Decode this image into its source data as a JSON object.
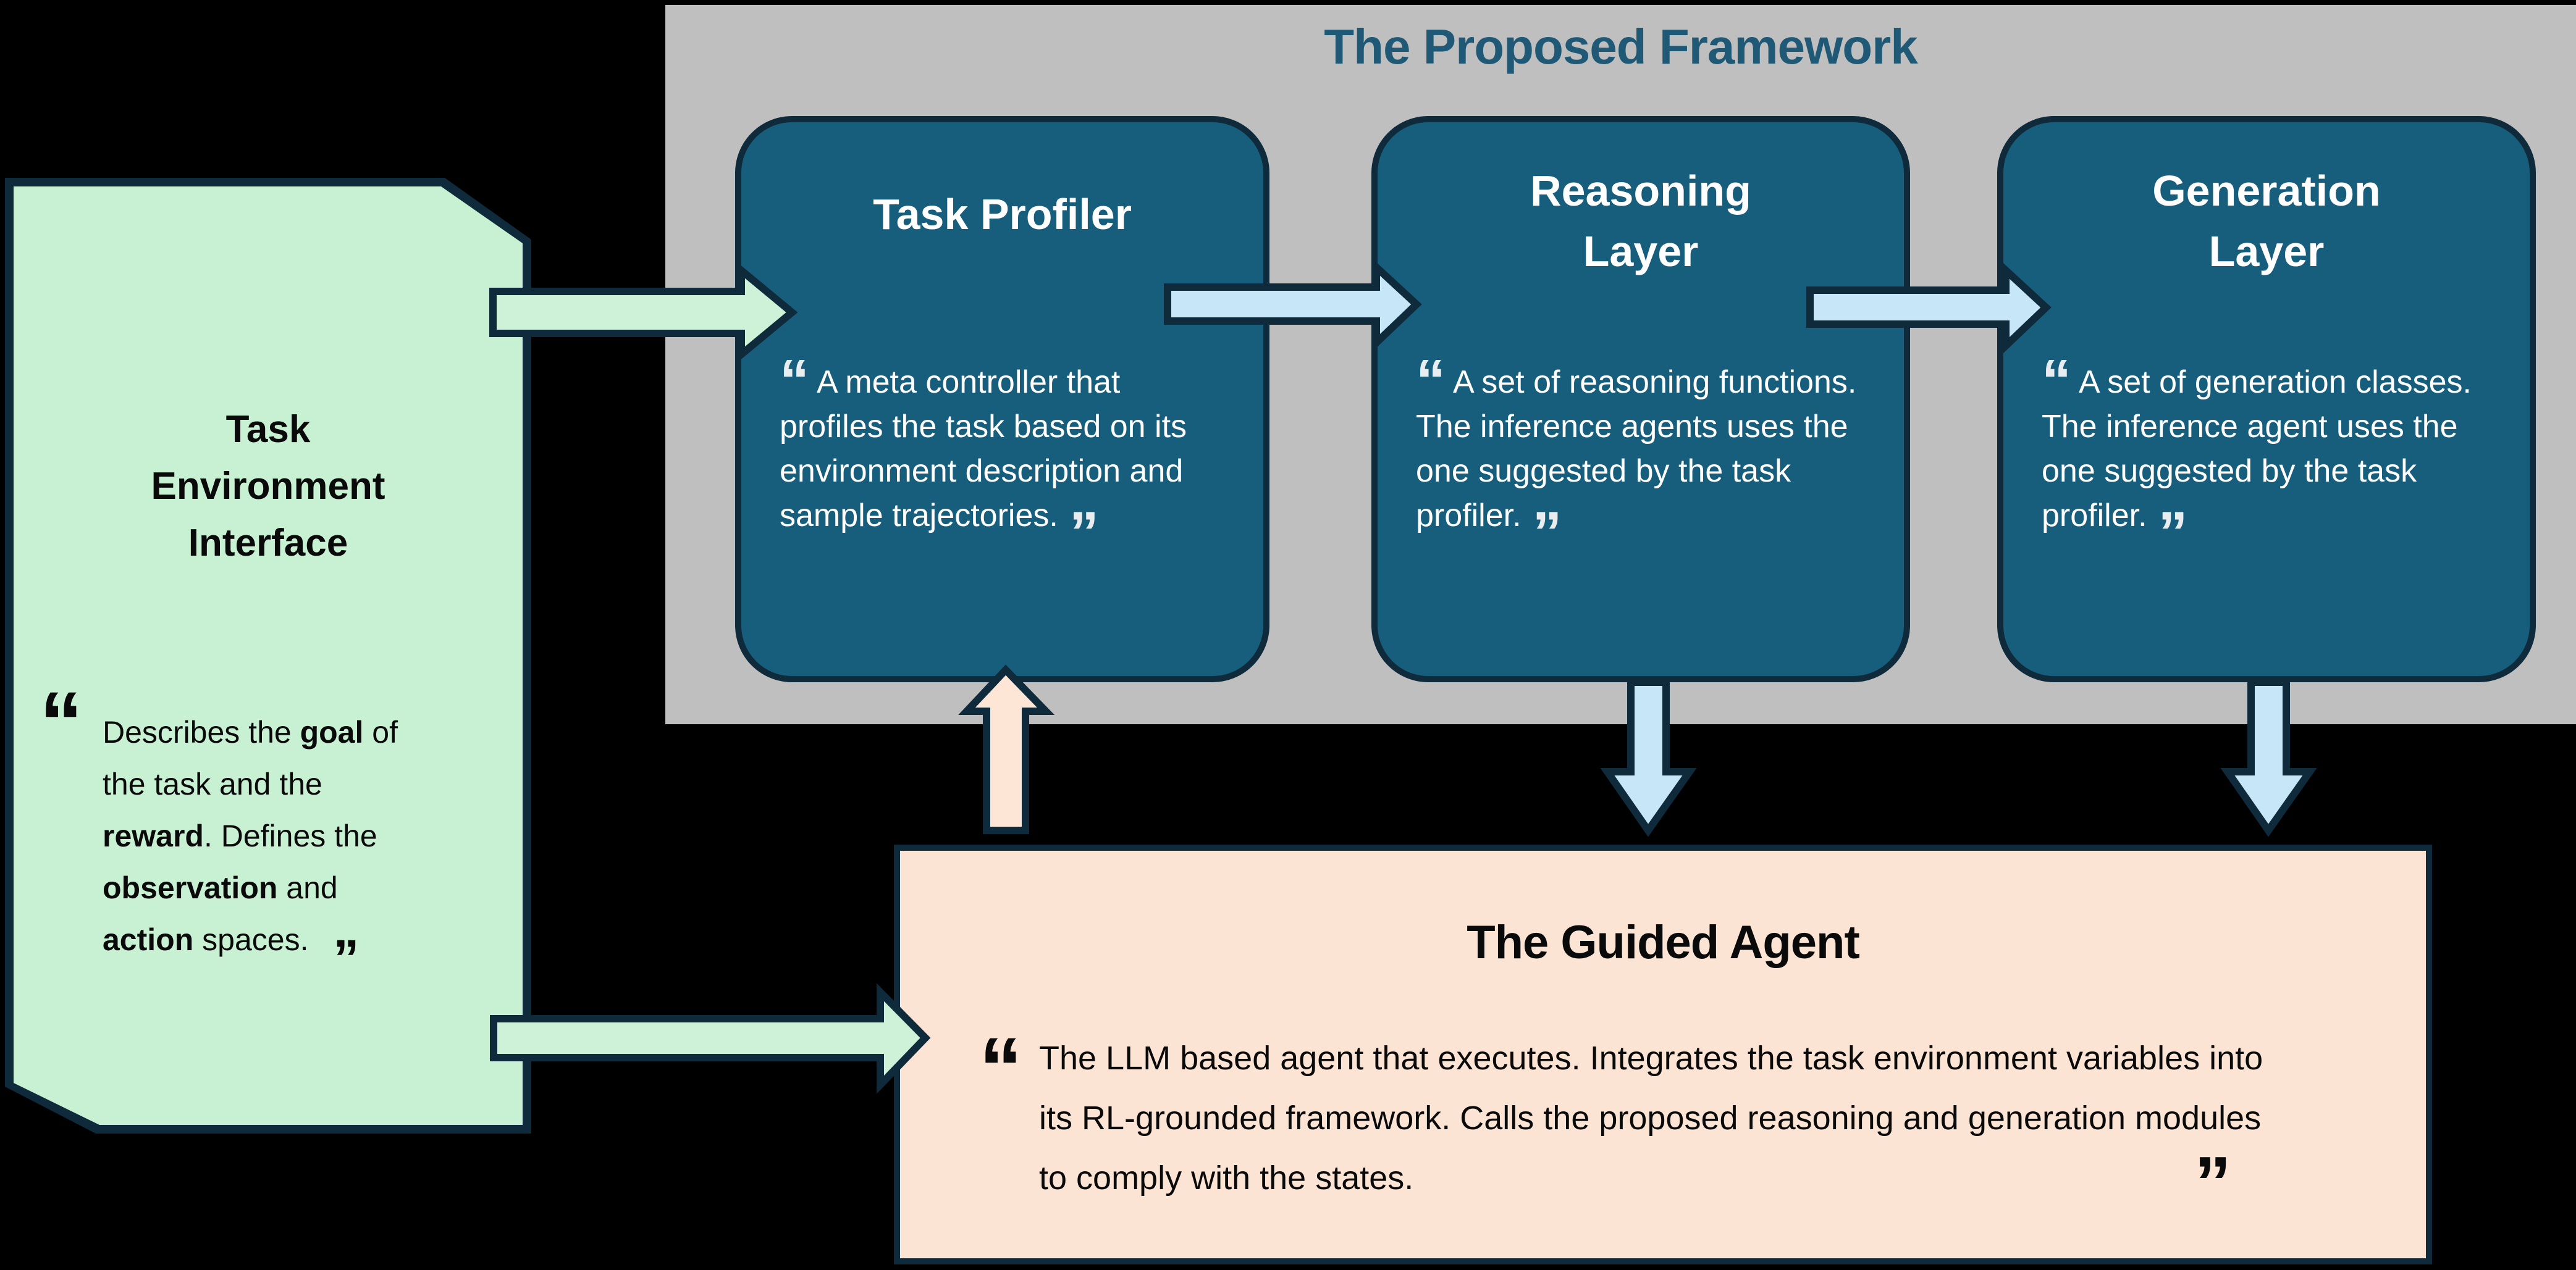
{
  "colors": {
    "background": "#000000",
    "panel_gray": "#bfbfbf",
    "module_teal": "#175e7c",
    "border_navy": "#0e2a3b",
    "green_fill": "#c8f0d3",
    "green_arrow": "#cdf2d8",
    "peach_fill": "#fce4d4",
    "peach_arrow": "#fde6d6",
    "blue_arrow": "#c7e7f8",
    "title_teal": "#1f5976",
    "text_white": "#ffffff",
    "quote_gray": "#e9edf0",
    "text_black": "#0a0a0a"
  },
  "quotes": {
    "open": "“",
    "close": "”"
  },
  "framework": {
    "title": "The Proposed Framework"
  },
  "task_profiler": {
    "title": "Task Profiler",
    "quote": "A meta controller that profiles the task based on its environment description and sample trajectories."
  },
  "reasoning_layer": {
    "title_lines": [
      "Reasoning",
      "Layer"
    ],
    "quote": "A set of reasoning functions. The inference agents uses the one suggested by the task profiler."
  },
  "generation_layer": {
    "title_lines": [
      "Generation",
      "Layer"
    ],
    "quote": "A set of generation classes. The inference agent uses the one suggested by the task profiler."
  },
  "task_environment": {
    "title_lines": [
      "Task",
      "Environment",
      "Interface"
    ],
    "quote_segments": [
      {
        "text": "Describes the ",
        "bold": false
      },
      {
        "text": "goal",
        "bold": true
      },
      {
        "text": " of the task and the ",
        "bold": false
      },
      {
        "text": "reward",
        "bold": true
      },
      {
        "text": ". Defines the ",
        "bold": false
      },
      {
        "text": "observation",
        "bold": true
      },
      {
        "text": " and ",
        "bold": false
      },
      {
        "text": "action",
        "bold": true
      },
      {
        "text": " spaces. ",
        "bold": false
      }
    ]
  },
  "guided_agent": {
    "title": "The Guided Agent",
    "quote": "The LLM based agent that executes. Integrates the task environment variables into its RL-grounded framework. Calls the proposed reasoning and generation modules to comply with the states."
  },
  "arrows": {
    "env_to_profiler": "flow from Task Environment Interface to Task Profiler",
    "profiler_to_reasoning": "flow from Task Profiler to Reasoning Layer",
    "reasoning_to_generation": "flow from Reasoning Layer to Generation Layer",
    "agent_to_profiler": "flow from Guided Agent up to Task Profiler",
    "reasoning_to_agent": "flow from Reasoning Layer down to Guided Agent",
    "generation_to_agent": "flow from Generation Layer down to Guided Agent",
    "env_to_agent": "flow from Task Environment Interface to Guided Agent"
  }
}
